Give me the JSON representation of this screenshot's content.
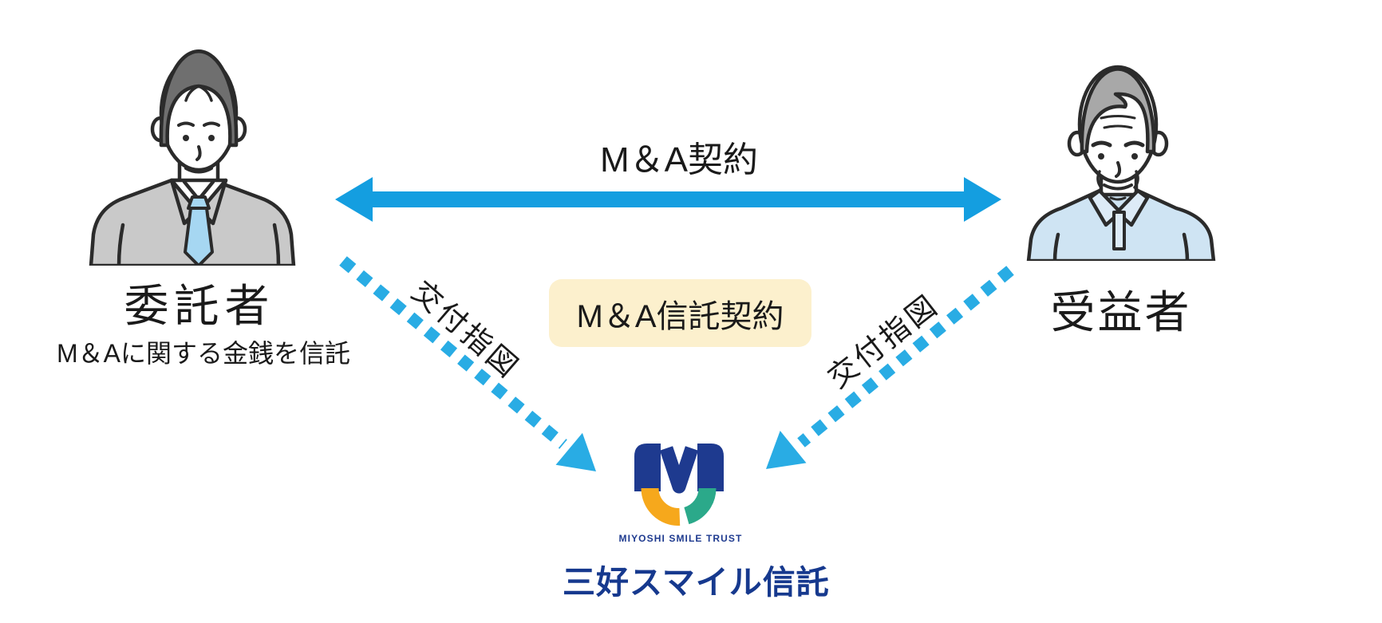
{
  "diagram": {
    "ma_contract_label": "M＆A契約",
    "trust_contract_label": "M＆A信託契約",
    "settlor": {
      "title": "委託者",
      "subtitle": "M＆Aに関する金銭を信託"
    },
    "beneficiary": {
      "title": "受益者"
    },
    "left_instruction_label": "交付指図",
    "right_instruction_label": "交付指図",
    "trustee_logo": {
      "name_en": "MIYOSHI SMILE TRUST",
      "name_ja": "三好スマイル信託"
    }
  },
  "colors": {
    "solid_arrow_blue": "#149EE0",
    "dotted_arrow_blue": "#29ACE4",
    "contract_box_bg": "#FCF0CD",
    "logo_navy": "#1E3A8F",
    "logo_orange": "#F6A81C",
    "logo_teal": "#2BA98A",
    "suit_gray": "#C9C9C9",
    "tie_blue": "#A6D7F2",
    "shirt_blue": "#CFE4F3",
    "text": "#1A1A1A"
  }
}
